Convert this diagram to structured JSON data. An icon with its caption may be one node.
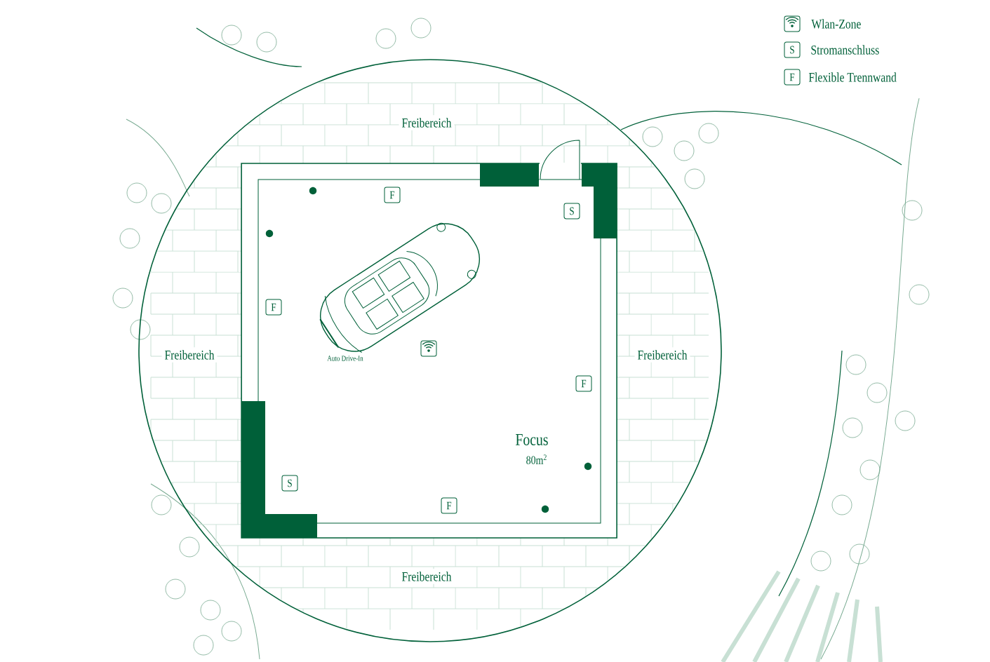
{
  "diagram": {
    "nodes": [
      {
        "text": [],
        "shape": "box"
      },
      {
        "text": [
          "S"
        ]
      },
      {
        "text": [
          "F"
        ]
      },
      {
        "text": [
          "Focus",
          "80m$^{2}$"
        ]
      },
      {
        "text": [
          "F"
        ],
        "in": 3
      },
      {
        "text": [
          "S"
        ],
        "in": 3
      },
      {
        "text": [
          "F"
        ],
        "in": 3
      },
      {
        "text": [],
        "shape": "box",
        "in": 3
      },
      {
        "text": [
          "F"
        ],
        "in": 3
      },
      {
        "text": [
          "S"
        ],
        "in": 3
      },
      {
        "text": [
          "F"
        ],
        "in": 3
      }
    ],
    "labels": [
      "Freibereich",
      "Freibereich",
      "Auto Drive-In",
      "Freibereich",
      "Freibereich"
    ],
    "legend": [
      {
        "text": "Wlan-Zone"
      },
      {
        "text": "Stromanschluss"
      },
      {
        "text": "Flexible Trennwand"
      }
    ]
  }
}
